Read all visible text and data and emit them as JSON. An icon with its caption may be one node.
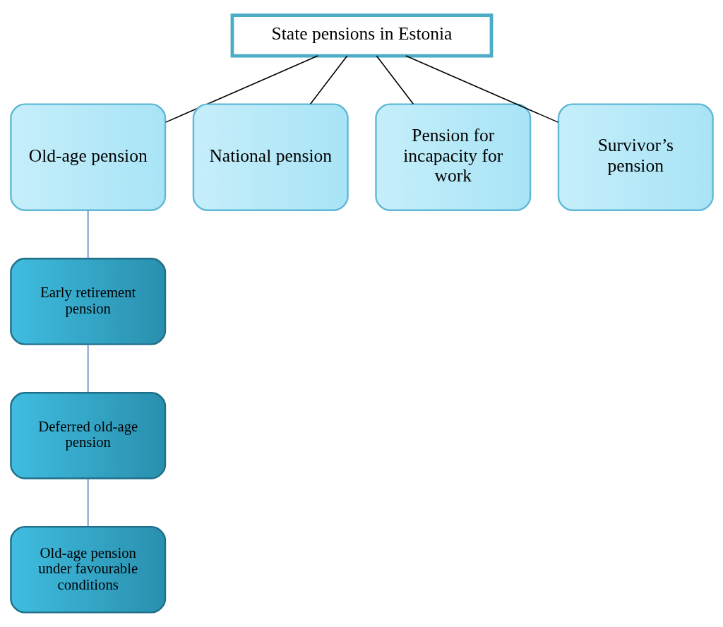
{
  "diagram": {
    "nodes": [
      {
        "text": [
          "State pensions in Estonia"
        ]
      },
      {
        "text": [
          "Old-age pension"
        ]
      },
      {
        "text": [
          "National pension"
        ]
      },
      {
        "text": [
          "Pension for incapacity for work"
        ]
      },
      {
        "text": [
          "Survivor’s pension"
        ]
      },
      {
        "text": [
          "Early retirement pension"
        ]
      },
      {
        "text": [
          "Deferred old-age pension"
        ]
      },
      {
        "text": [
          "Old-age pension under favourable conditions"
        ]
      }
    ],
    "edges": [
      {
        "from": 0,
        "to": 1,
        "arrow": "none"
      },
      {
        "from": 0,
        "to": 2,
        "arrow": "none"
      },
      {
        "from": 0,
        "to": 3,
        "arrow": "none"
      },
      {
        "from": 0,
        "to": 4,
        "arrow": "none"
      },
      {
        "from": 1,
        "to": 5,
        "arrow": "none",
        "color": "#4f81bd"
      },
      {
        "from": 5,
        "to": 6,
        "arrow": "none",
        "color": "#4f81bd"
      },
      {
        "from": 6,
        "to": 7,
        "arrow": "none",
        "color": "#4f81bd"
      }
    ]
  }
}
